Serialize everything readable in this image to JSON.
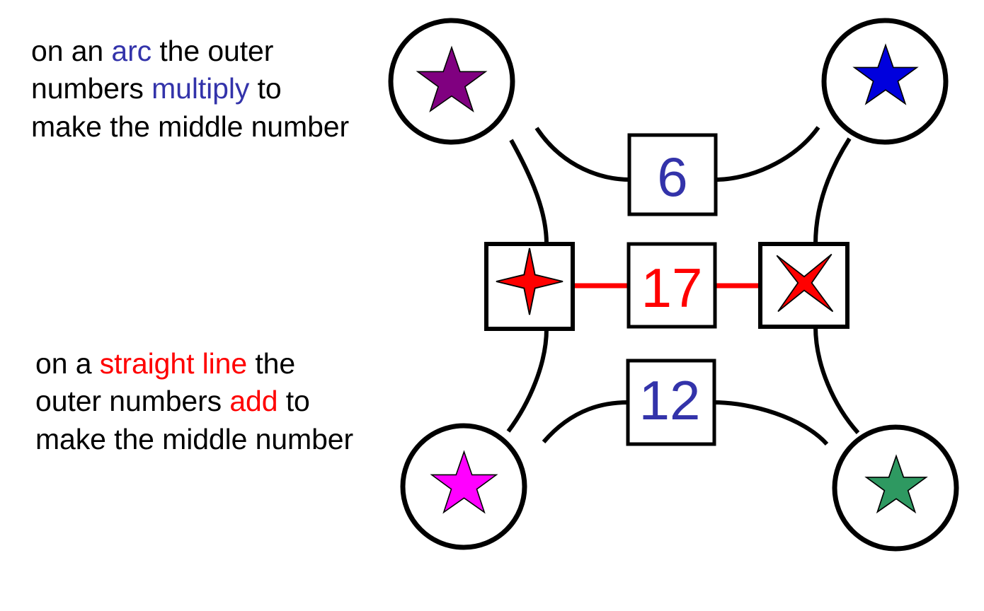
{
  "instructions": {
    "arc_rule": {
      "name": "arc-rule",
      "segments": [
        {
          "text": "on an ",
          "color": "black"
        },
        {
          "text": "arc",
          "color": "blue"
        },
        {
          "text": " the outer numbers ",
          "color": "black"
        },
        {
          "text": "multiply",
          "color": "blue"
        },
        {
          "text": " to make the middle number",
          "color": "black"
        }
      ],
      "plain": "on an arc the outer numbers multiply to make the middle number",
      "keyword_1": "arc",
      "keyword_2": "multiply"
    },
    "line_rule": {
      "name": "line-rule",
      "segments": [
        {
          "text": "on a ",
          "color": "black"
        },
        {
          "text": "straight line",
          "color": "red"
        },
        {
          "text": " the outer numbers ",
          "color": "black"
        },
        {
          "text": "add",
          "color": "red"
        },
        {
          "text": " to make the middle number",
          "color": "black"
        }
      ],
      "plain": "on a straight line the outer numbers add to make the middle number",
      "keyword_1": "straight line",
      "keyword_2": "add"
    }
  },
  "colors": {
    "arc_keyword": "#3333AA",
    "line_keyword": "#FF0000",
    "arc_number": "#3333AA",
    "line_number": "#FF0000",
    "arc_connector": "#000000",
    "line_connector": "#FF0000",
    "star_purple": "#800080",
    "star_blue": "#0000DD",
    "star_magenta": "#FF00FF",
    "star_green": "#2E9961",
    "star_red": "#FF0000",
    "outline": "#000000",
    "node_fill": "#FFFFFF",
    "background": "#FFFFFF"
  },
  "diagram": {
    "name": "arc-and-line-puzzle-diagram",
    "corner_nodes": [
      {
        "id": "top-left",
        "shape": "circle",
        "star": "five-point-star",
        "star_color": "#800080",
        "value": ""
      },
      {
        "id": "top-right",
        "shape": "circle",
        "star": "five-point-star",
        "star_color": "#0000DD",
        "value": ""
      },
      {
        "id": "bottom-left",
        "shape": "circle",
        "star": "five-point-star",
        "star_color": "#FF00FF",
        "value": ""
      },
      {
        "id": "bottom-right",
        "shape": "circle",
        "star": "five-point-star",
        "star_color": "#2E9961",
        "value": ""
      }
    ],
    "side_nodes": [
      {
        "id": "middle-left",
        "shape": "square",
        "star": "four-point-sparkle-star",
        "star_color": "#FF0000",
        "value": ""
      },
      {
        "id": "middle-right",
        "shape": "square",
        "star": "four-point-x-star",
        "star_color": "#FF0000",
        "value": ""
      }
    ],
    "number_nodes": [
      {
        "id": "top-middle",
        "shape": "square",
        "value": "6",
        "color": "#3333AA",
        "rule": "arc"
      },
      {
        "id": "center",
        "shape": "square",
        "value": "17",
        "color": "#FF0000",
        "rule": "straight-line"
      },
      {
        "id": "bottom-middle",
        "shape": "square",
        "value": "12",
        "color": "#3333AA",
        "rule": "arc"
      }
    ],
    "connections": [
      {
        "from": "top-left",
        "to": "top-middle",
        "style": "arc",
        "color": "#000000"
      },
      {
        "from": "top-middle",
        "to": "top-right",
        "style": "arc",
        "color": "#000000"
      },
      {
        "from": "top-left",
        "to": "middle-left",
        "style": "arc",
        "color": "#000000"
      },
      {
        "from": "middle-left",
        "to": "bottom-left",
        "style": "arc",
        "color": "#000000"
      },
      {
        "from": "top-right",
        "to": "middle-right",
        "style": "arc",
        "color": "#000000"
      },
      {
        "from": "middle-right",
        "to": "bottom-right",
        "style": "arc",
        "color": "#000000"
      },
      {
        "from": "bottom-left",
        "to": "bottom-middle",
        "style": "arc",
        "color": "#000000"
      },
      {
        "from": "bottom-middle",
        "to": "bottom-right",
        "style": "arc",
        "color": "#000000"
      },
      {
        "from": "middle-left",
        "to": "center",
        "style": "straight-line",
        "color": "#FF0000"
      },
      {
        "from": "center",
        "to": "middle-right",
        "style": "straight-line",
        "color": "#FF0000"
      }
    ]
  }
}
